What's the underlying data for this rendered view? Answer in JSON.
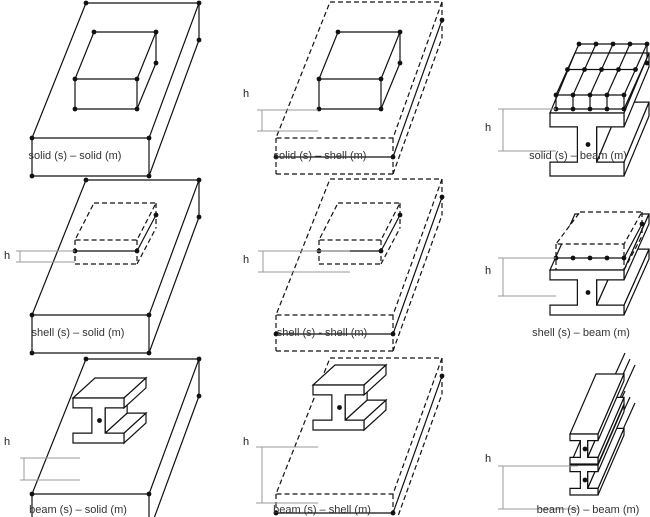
{
  "panels": [
    {
      "id": "solid-solid",
      "caption": "solid (s) – solid (m)"
    },
    {
      "id": "solid-shell",
      "caption": "solid (s) – shell (m)",
      "dim_label": "h"
    },
    {
      "id": "solid-beam",
      "caption": "solid (s) – beam (m)",
      "dim_label": "h"
    },
    {
      "id": "shell-solid",
      "caption": "shell (s) – solid (m)",
      "dim_label": "h"
    },
    {
      "id": "shell-shell",
      "caption": "shell (s) - shell (m)",
      "dim_label": "h"
    },
    {
      "id": "shell-beam",
      "caption": "shell (s) – beam (m)",
      "dim_label": "h"
    },
    {
      "id": "beam-solid",
      "caption": "beam (s) – solid (m)",
      "dim_label": "h"
    },
    {
      "id": "beam-shell",
      "caption": "beam (s) – shell (m)",
      "dim_label": "h"
    },
    {
      "id": "beam-beam",
      "caption": "beam (s) – beam (m)",
      "dim_label": "h"
    }
  ],
  "colors": {
    "line": "#111111",
    "dim": "#999999",
    "caption": "#333333"
  }
}
